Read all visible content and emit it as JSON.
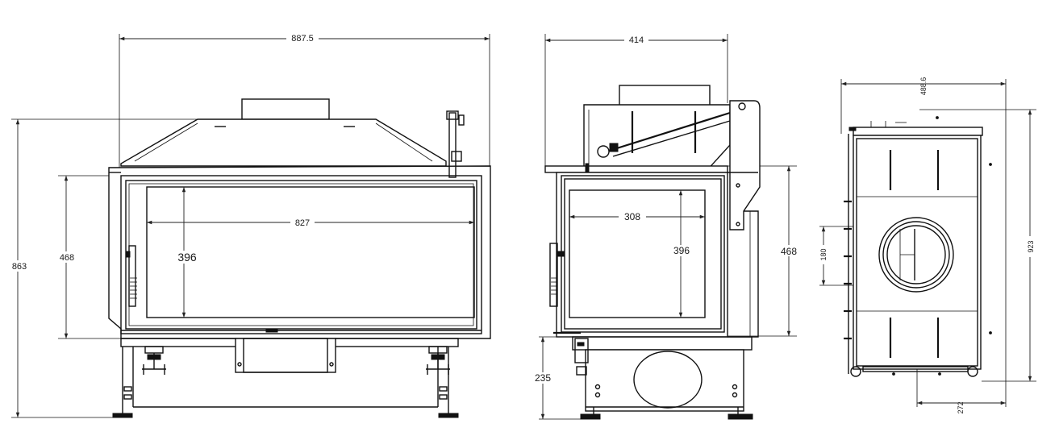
{
  "dimensions": {
    "front": {
      "overall_width": "887.5",
      "overall_height": "863",
      "door_height": "468",
      "glass_width": "827",
      "glass_height": "396"
    },
    "side": {
      "depth": "414",
      "glass_width": "308",
      "glass_height": "396",
      "door_height": "468",
      "leg_height": "235"
    },
    "top": {
      "depth": "488.6",
      "width": "923",
      "flue_diameter": "180",
      "flue_offset": "272"
    }
  }
}
